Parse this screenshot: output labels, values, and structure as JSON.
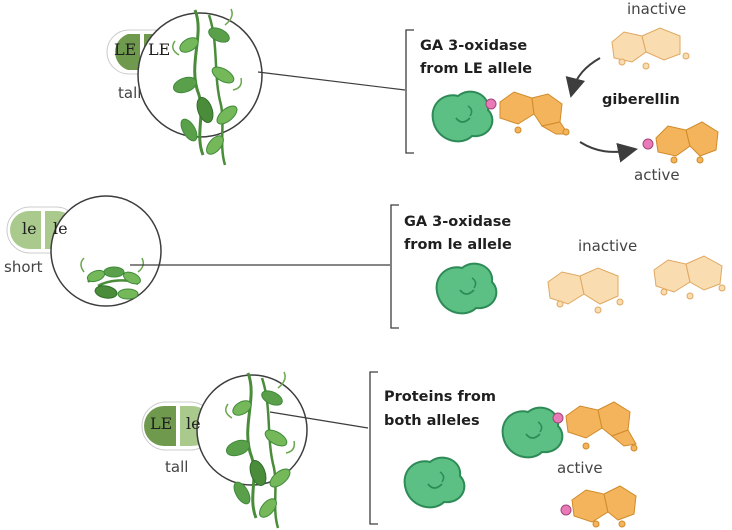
{
  "colors": {
    "leaf_dark": "#3f8a3a",
    "leaf_light": "#74b85a",
    "enzyme": "#5cbf84",
    "enzyme_stroke": "#2e8b57",
    "gibberellin_active": "#f4b45c",
    "gibberellin_inactive": "#f9dcb0",
    "hydroxyl_pink": "#e87ab8",
    "allele_dominant": "#6f9a4e",
    "allele_recessive": "#a9c98d"
  },
  "row1": {
    "genotype": [
      "LE",
      "LE"
    ],
    "phenotype": "tall",
    "enzyme_title": [
      "GA 3-oxidase",
      "from LE allele"
    ],
    "inactive_label": "inactive",
    "molecule_label": "giberellin",
    "active_label": "active"
  },
  "row2": {
    "genotype": [
      "le",
      "le"
    ],
    "phenotype": "short",
    "enzyme_title": [
      "GA 3-oxidase",
      "from le allele"
    ],
    "inactive_label": "inactive"
  },
  "row3": {
    "genotype": [
      "LE",
      "le"
    ],
    "phenotype": "tall",
    "enzyme_title": [
      "Proteins from",
      "both alleles"
    ],
    "active_label": "active"
  }
}
